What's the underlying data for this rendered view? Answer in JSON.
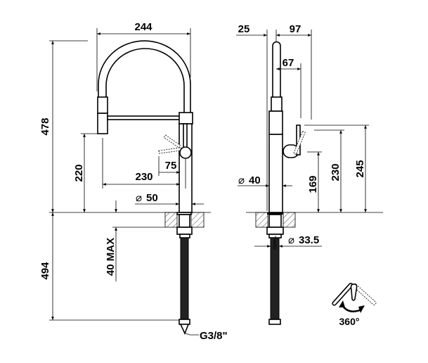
{
  "front_view": {
    "width": "244",
    "height": "478",
    "spout_height": "220",
    "reach": "230",
    "handle_offset": "75",
    "body_diameter": "50",
    "below_height": "494",
    "max_thickness": "40 MAX",
    "connection": "G3/8\""
  },
  "side_view": {
    "offset_left": "25",
    "offset_right": "97",
    "handle_reach": "67",
    "body_diameter": "40",
    "handle_height": "169",
    "lever_height": "230",
    "total_lever_height": "245",
    "hose_diameter": "33.5"
  },
  "rotation": {
    "label": "360°"
  },
  "symbols": {
    "diameter": "⌀"
  }
}
